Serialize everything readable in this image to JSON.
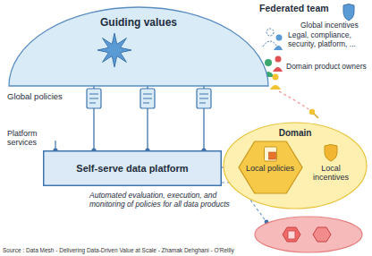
{
  "diagram": {
    "caption": "Source : Data Mesh - Delivering Data-Driven Value at Scale - Zhamak Dehghani - O'Reilly",
    "nodes": [
      {
        "text": [
          "Guiding values"
        ]
      },
      {
        "text": [
          "Self-serve data platform"
        ]
      },
      {
        "text": [
          "Domain"
        ]
      },
      {
        "text": [
          "Local policies"
        ],
        "in": 2
      },
      {
        "text": [
          "Local incentives"
        ],
        "in": 2
      }
    ],
    "edges": [
      {
        "from": 0,
        "to": 1,
        "arrow": "to"
      },
      {
        "from": 0,
        "to": 1,
        "arrow": "to"
      },
      {
        "from": 0,
        "to": 1,
        "arrow": "to"
      },
      {
        "from": 1,
        "to": 3,
        "arrow": "to"
      }
    ],
    "labels": [
      "Federated team",
      "Global incentives",
      "Legal, compliance, security, platform, ...",
      "Domain product owners",
      "Global policies",
      "Platform services",
      "Automated evaluation, execution, and monitoring of policies for all data products"
    ]
  }
}
